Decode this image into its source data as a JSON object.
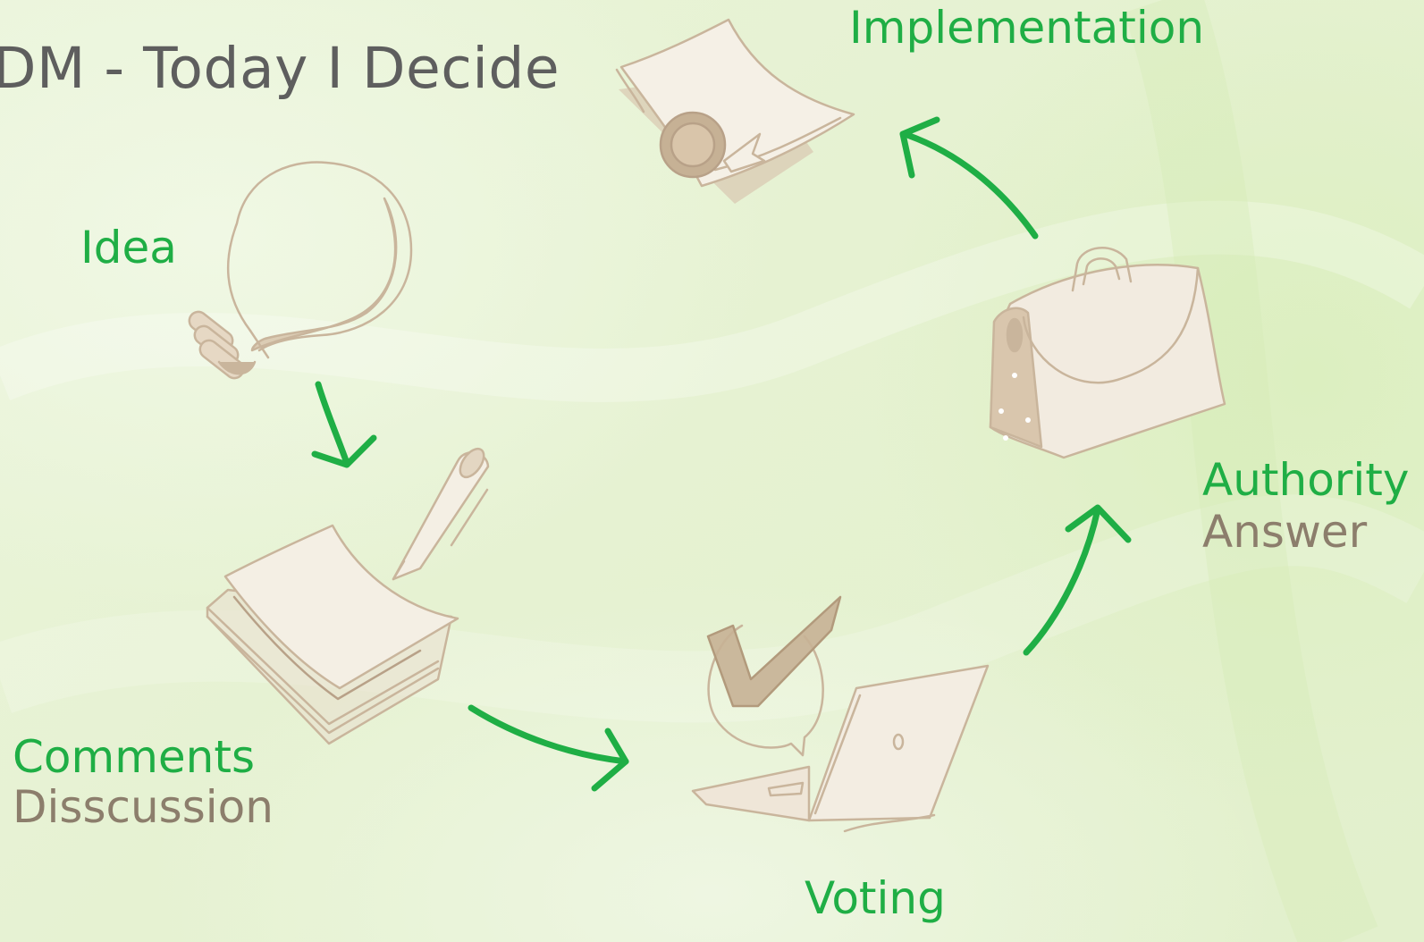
{
  "title": "DM - Today I Decide",
  "stages": {
    "idea": {
      "label": "Idea",
      "icon": "lightbulb-icon"
    },
    "comments": {
      "label": "Comments",
      "sublabel": "Disscussion",
      "icon": "notepad-pencil-icon"
    },
    "voting": {
      "label": "Voting",
      "icon": "laptop-checkmark-icon"
    },
    "authority": {
      "label": "Authority",
      "sublabel": "Answer",
      "icon": "briefcase-icon"
    },
    "implementation": {
      "label": "Implementation",
      "icon": "sealed-document-icon"
    }
  },
  "colors": {
    "accent_green": "#1fae45",
    "sketch_brown": "#c8b49c",
    "sub_text": "#8c7e6c",
    "title_text": "#5e5e5e"
  }
}
